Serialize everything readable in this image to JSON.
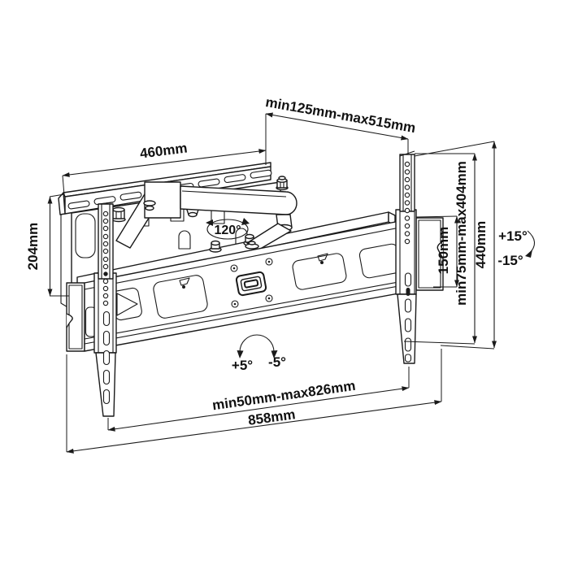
{
  "page": {
    "background": "#ffffff",
    "line_color": "#1a1a1a"
  },
  "diagram": {
    "subject": "articulating-tv-wall-mount-technical-drawing"
  },
  "labels": {
    "plate_width": "460mm",
    "extension_range": "min125mm-max515mm",
    "plate_height": "204mm",
    "swivel_angle": "120°",
    "bar_height": "150mm",
    "vertical_range": "min75mm-max404mm",
    "bracket_height": "440mm",
    "tilt_up": "+15°",
    "tilt_down": "-15°",
    "level_plus": "+5°",
    "level_minus": "-5°",
    "horizontal_range": "min50mm-max826mm",
    "bar_width": "858mm"
  }
}
